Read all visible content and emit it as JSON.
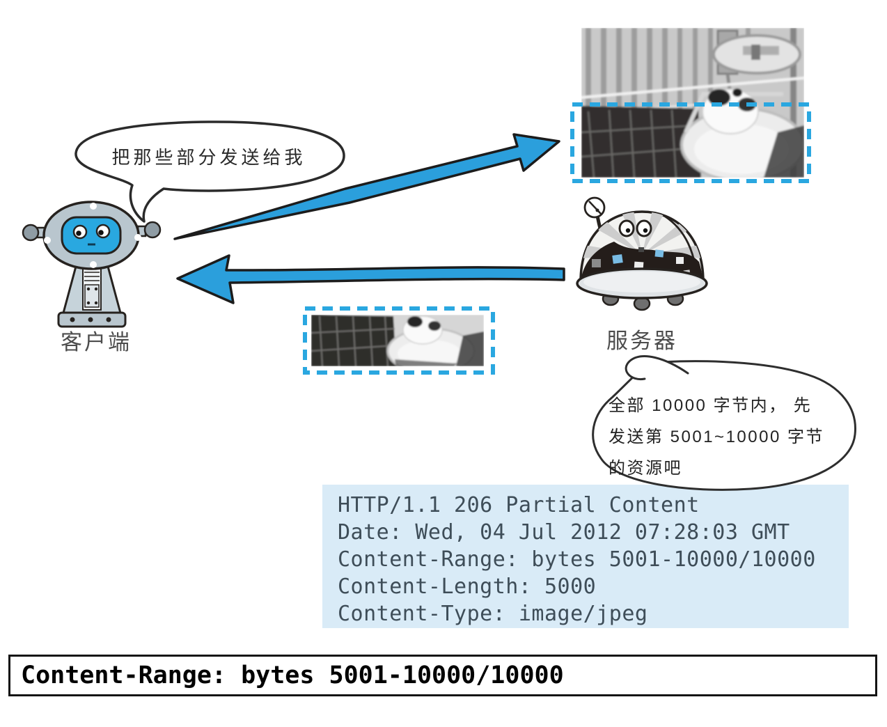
{
  "client": {
    "bubble_text": "把那些部分发送给我",
    "label": "客户端"
  },
  "server": {
    "label": "服务器",
    "bubble_lines": [
      "全部 10000 字节内， 先",
      "发送第 5001~10000 字节",
      "的资源吧"
    ]
  },
  "http_response": {
    "lines": [
      "HTTP/1.1 206 Partial Content",
      "Date: Wed, 04 Jul 2012 07:28:03 GMT",
      "Content-Range: bytes 5001-10000/10000",
      "Content-Length: 5000",
      "Content-Type: image/jpeg"
    ]
  },
  "header_example": {
    "text": "Content-Range: bytes 5001-10000/10000"
  },
  "colors": {
    "arrow_blue": "#2b9fdc",
    "highlight_dash_blue": "#2aa7e0",
    "response_box_bg": "#d9ebf7",
    "response_text": "#3e4d58",
    "label_gray": "#4d4d4d",
    "client_face_blue": "#29a8e0"
  }
}
